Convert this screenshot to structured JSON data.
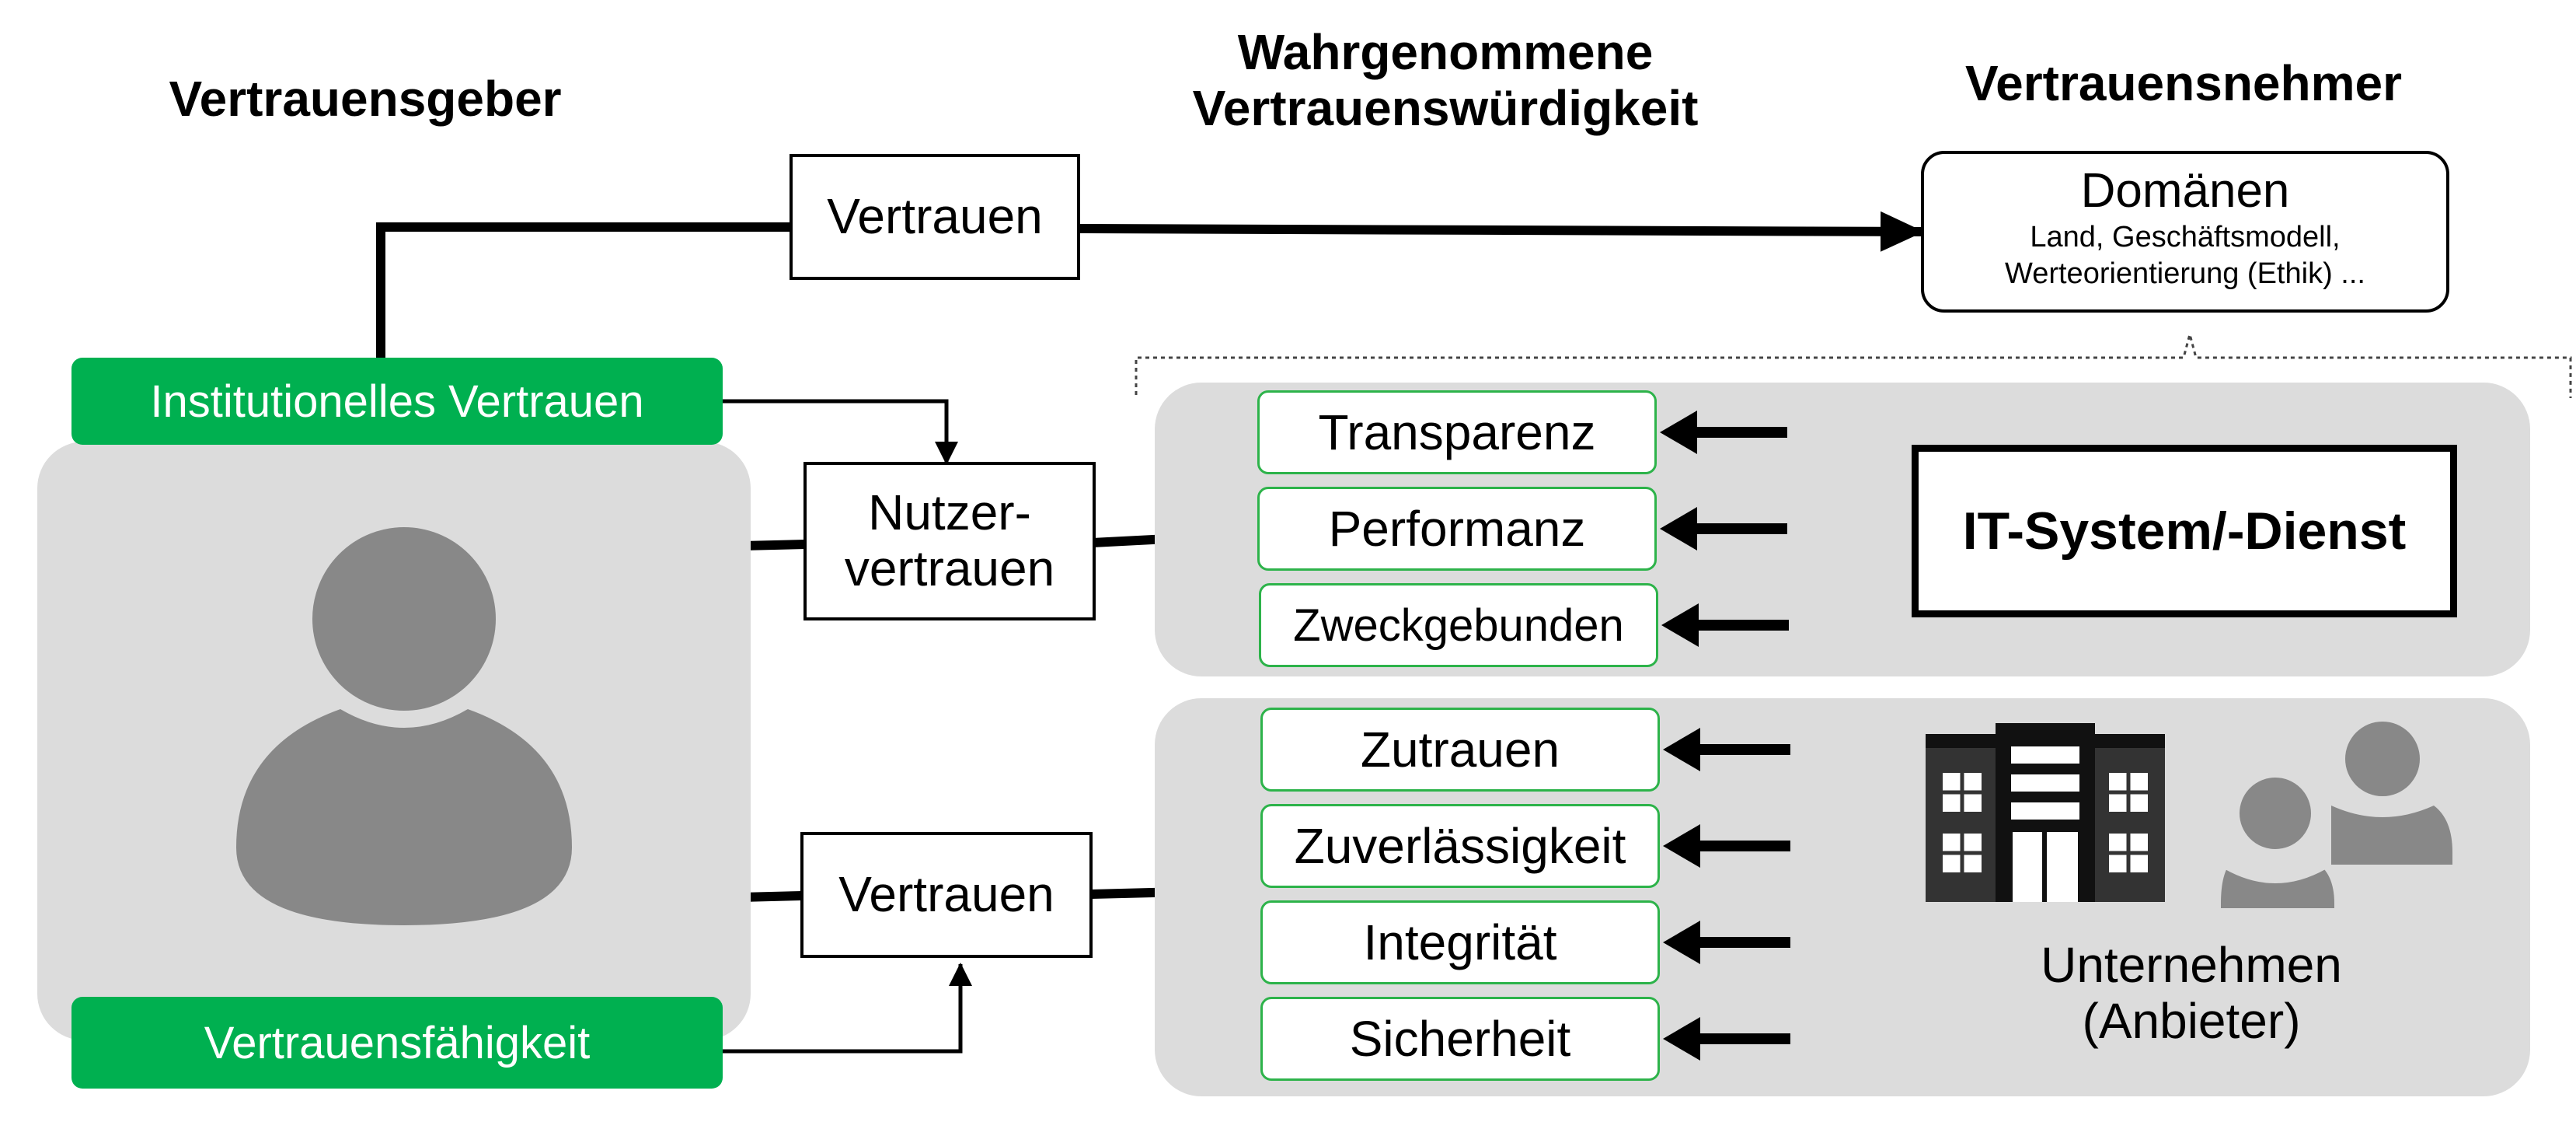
{
  "headings": {
    "trustor": "Vertrauensgeber",
    "perceived": "Wahrgenommene Vertrauenswürdigkeit",
    "trustee": "Vertrauensnehmer"
  },
  "trustor_panel": {
    "top_label": "Institutionelles Vertrauen",
    "bottom_label": "Vertrauensfähigkeit",
    "icon": "person-icon"
  },
  "flow_boxes": {
    "top": "Vertrauen",
    "user_trust": "Nutzer-\nvertrauen",
    "bottom": "Vertrauen"
  },
  "domains": {
    "title": "Domänen",
    "detail": "Land, Geschäftsmodell,\nWerteorientierung (Ethik) ..."
  },
  "system_panel": {
    "label": "IT-System/-Dienst",
    "factors": [
      "Transparenz",
      "Performanz",
      "Zweckgebunden"
    ]
  },
  "company_panel": {
    "label": "Unternehmen\n(Anbieter)",
    "icons": [
      "building-icon",
      "people-icon"
    ],
    "factors": [
      "Zutrauen",
      "Zuverlässigkeit",
      "Integrität",
      "Sicherheit"
    ]
  },
  "colors": {
    "green": "#00b050",
    "pill_border": "#2db34a",
    "panel_grey": "#dcdcdc",
    "icon_grey": "#888888"
  }
}
